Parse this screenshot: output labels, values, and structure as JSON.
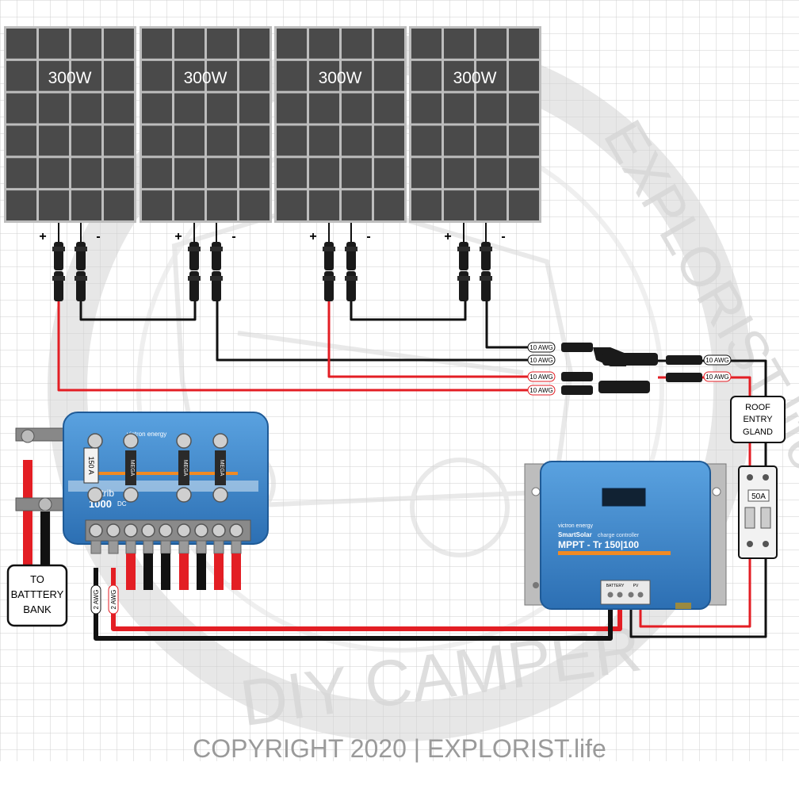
{
  "panels": [
    {
      "label": "300W",
      "pos": "+",
      "neg": "-"
    },
    {
      "label": "300W",
      "pos": "+",
      "neg": "-"
    },
    {
      "label": "300W",
      "pos": "+",
      "neg": "-"
    },
    {
      "label": "300W",
      "pos": "+",
      "neg": "-"
    }
  ],
  "wire_labels": {
    "mc4_1": "10 AWG",
    "mc4_2": "10 AWG",
    "mc4_3": "10 AWG",
    "mc4_4": "10 AWG",
    "roof_black": "10 AWG",
    "roof_red": "10 AWG",
    "bat_neg": "2 AWG",
    "bat_pos": "2 AWG"
  },
  "roof_gland": {
    "line1": "ROOF",
    "line2": "ENTRY",
    "line3": "GLAND"
  },
  "breaker": {
    "rating": "50A"
  },
  "battery_bank": {
    "line1": "TO",
    "line2": "BATTTERY",
    "line3": "BANK"
  },
  "distributor": {
    "brand": "victron energy",
    "name_partial": "distrib",
    "model": "1000",
    "dc": "DC",
    "main_fuse": "150 A",
    "fuse_label": "MEGA"
  },
  "mppt": {
    "brand": "victron energy",
    "product": "SmartSolar",
    "subtitle": "charge controller",
    "model": "MPPT - Tr 150|100",
    "term_battery": "BATTERY",
    "term_pv": "PV"
  },
  "watermark": {
    "line1": "DIY CAMPER",
    "line2": "EXPLORIST.life"
  },
  "copyright": "COPYRIGHT 2020 | EXPLORIST.life",
  "colors": {
    "red_wire": "#e31e24",
    "black_wire": "#111111",
    "panel": "#4a4a4a",
    "victron_blue": "#3b84c8",
    "grid": "#cccccc"
  }
}
